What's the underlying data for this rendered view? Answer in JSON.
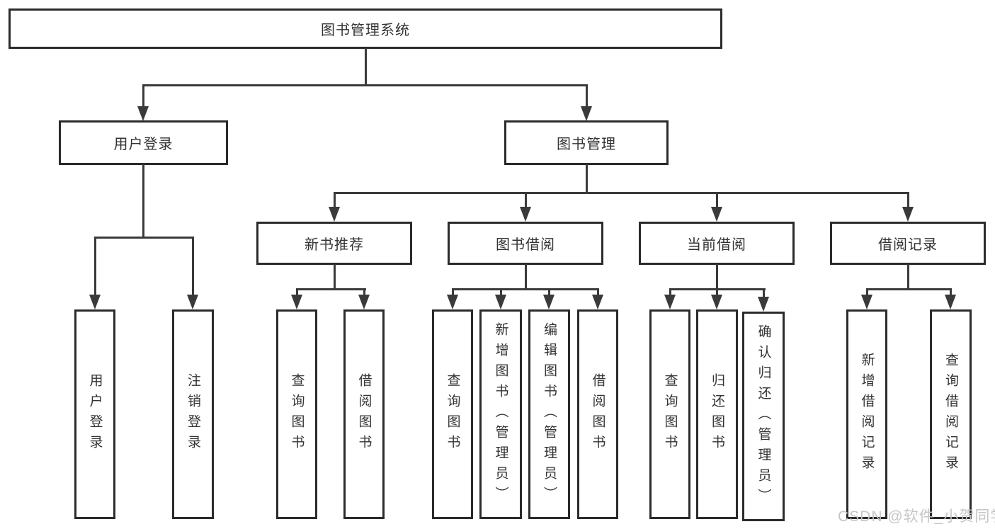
{
  "tree": {
    "label": "图书管理系统",
    "children": [
      {
        "label": "用户登录",
        "children": [
          {
            "label": "用户登录"
          },
          {
            "label": "注销登录"
          }
        ]
      },
      {
        "label": "图书管理",
        "children": [
          {
            "label": "新书推荐",
            "children": [
              {
                "label": "查询图书"
              },
              {
                "label": "借阅图书"
              }
            ]
          },
          {
            "label": "图书借阅",
            "children": [
              {
                "label": "查询图书"
              },
              {
                "label": "新增图书（管理员）"
              },
              {
                "label": "编辑图书（管理员）"
              },
              {
                "label": "借阅图书"
              }
            ]
          },
          {
            "label": "当前借阅",
            "children": [
              {
                "label": "查询图书"
              },
              {
                "label": "归还图书"
              },
              {
                "label": "确认归还（管理员）"
              }
            ]
          },
          {
            "label": "借阅记录",
            "children": [
              {
                "label": "新增借阅记录"
              },
              {
                "label": "查询借阅记录"
              }
            ]
          }
        ]
      }
    ]
  },
  "watermark": {
    "text": "CSDN @软件_小贺同学"
  },
  "colors": {
    "line": "#3a3a3a",
    "border": "#2b2b2b",
    "text": "#333333",
    "watermark": "#c6c6c6",
    "background": "#ffffff"
  }
}
